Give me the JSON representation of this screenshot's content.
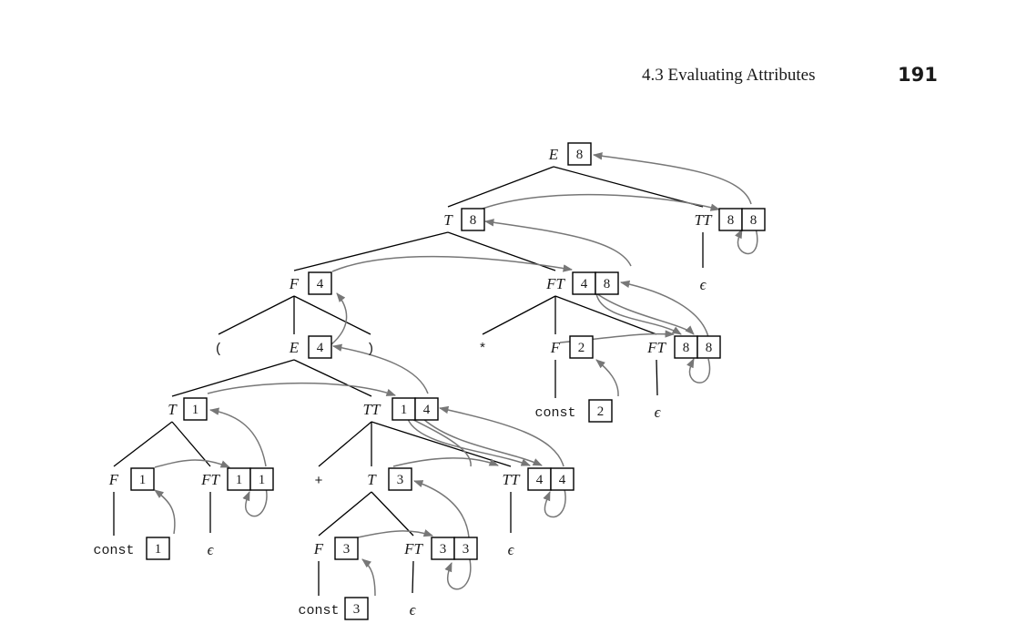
{
  "header": {
    "section_title": "4.3  Evaluating Attributes",
    "page_number": "191"
  },
  "tree": {
    "nodes": [
      {
        "id": "E_root",
        "label": "E",
        "style": "italic",
        "values": [
          "8"
        ]
      },
      {
        "id": "T_top",
        "label": "T",
        "style": "italic",
        "values": [
          "8"
        ]
      },
      {
        "id": "TT_top",
        "label": "TT",
        "style": "italic",
        "values": [
          "8",
          "8"
        ]
      },
      {
        "id": "eps_TT_top",
        "label": "ϵ",
        "style": "italic",
        "values": []
      },
      {
        "id": "F_left",
        "label": "F",
        "style": "italic",
        "values": [
          "4"
        ]
      },
      {
        "id": "FT_top",
        "label": "FT",
        "style": "italic",
        "values": [
          "4",
          "8"
        ]
      },
      {
        "id": "lparen",
        "label": "(",
        "style": "mono",
        "values": []
      },
      {
        "id": "E_inner",
        "label": "E",
        "style": "italic",
        "values": [
          "4"
        ]
      },
      {
        "id": "rparen",
        "label": ")",
        "style": "mono",
        "values": []
      },
      {
        "id": "star",
        "label": "*",
        "style": "mono",
        "values": []
      },
      {
        "id": "F_right",
        "label": "F",
        "style": "italic",
        "values": [
          "2"
        ]
      },
      {
        "id": "FT_right",
        "label": "FT",
        "style": "italic",
        "values": [
          "8",
          "8"
        ]
      },
      {
        "id": "const2",
        "label": "const",
        "style": "mono",
        "values": [
          "2"
        ]
      },
      {
        "id": "eps_FT_right",
        "label": "ϵ",
        "style": "italic",
        "values": []
      },
      {
        "id": "T_mid",
        "label": "T",
        "style": "italic",
        "values": [
          "1"
        ]
      },
      {
        "id": "TT_mid",
        "label": "TT",
        "style": "italic",
        "values": [
          "1",
          "4"
        ]
      },
      {
        "id": "F_a",
        "label": "F",
        "style": "italic",
        "values": [
          "1"
        ]
      },
      {
        "id": "FT_a",
        "label": "FT",
        "style": "italic",
        "values": [
          "1",
          "1"
        ]
      },
      {
        "id": "plus",
        "label": "+",
        "style": "mono",
        "values": []
      },
      {
        "id": "T_b",
        "label": "T",
        "style": "italic",
        "values": [
          "3"
        ]
      },
      {
        "id": "TT_b",
        "label": "TT",
        "style": "italic",
        "values": [
          "4",
          "4"
        ]
      },
      {
        "id": "const1",
        "label": "const",
        "style": "mono",
        "values": [
          "1"
        ]
      },
      {
        "id": "eps_FT_a",
        "label": "ϵ",
        "style": "italic",
        "values": []
      },
      {
        "id": "eps_TT_b",
        "label": "ϵ",
        "style": "italic",
        "values": []
      },
      {
        "id": "F_b",
        "label": "F",
        "style": "italic",
        "values": [
          "3"
        ]
      },
      {
        "id": "FT_b",
        "label": "FT",
        "style": "italic",
        "values": [
          "3",
          "3"
        ]
      },
      {
        "id": "const3",
        "label": "const",
        "style": "mono",
        "values": [
          "3"
        ]
      },
      {
        "id": "eps_FT_b",
        "label": "ϵ",
        "style": "italic",
        "values": []
      }
    ],
    "edges": [
      [
        "E_root",
        "T_top"
      ],
      [
        "E_root",
        "TT_top"
      ],
      [
        "TT_top",
        "eps_TT_top"
      ],
      [
        "T_top",
        "F_left"
      ],
      [
        "T_top",
        "FT_top"
      ],
      [
        "F_left",
        "lparen"
      ],
      [
        "F_left",
        "E_inner"
      ],
      [
        "F_left",
        "rparen"
      ],
      [
        "FT_top",
        "star"
      ],
      [
        "FT_top",
        "F_right"
      ],
      [
        "FT_top",
        "FT_right"
      ],
      [
        "F_right",
        "const2"
      ],
      [
        "FT_right",
        "eps_FT_right"
      ],
      [
        "E_inner",
        "T_mid"
      ],
      [
        "E_inner",
        "TT_mid"
      ],
      [
        "T_mid",
        "F_a"
      ],
      [
        "T_mid",
        "FT_a"
      ],
      [
        "TT_mid",
        "plus"
      ],
      [
        "TT_mid",
        "T_b"
      ],
      [
        "TT_mid",
        "TT_b"
      ],
      [
        "F_a",
        "const1"
      ],
      [
        "FT_a",
        "eps_FT_a"
      ],
      [
        "TT_b",
        "eps_TT_b"
      ],
      [
        "T_b",
        "F_b"
      ],
      [
        "T_b",
        "FT_b"
      ],
      [
        "F_b",
        "const3"
      ],
      [
        "FT_b",
        "eps_FT_b"
      ]
    ],
    "colors": {
      "line": "#000000",
      "dependency_arrow": "#777777"
    }
  }
}
